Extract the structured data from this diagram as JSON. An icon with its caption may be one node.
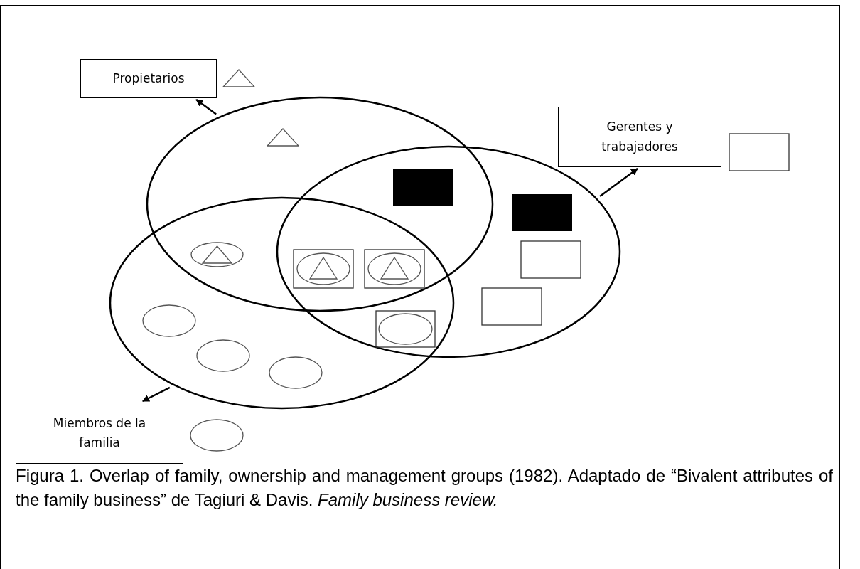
{
  "diagram": {
    "caption": "Figura 1. Overlap of family, ownership and management groups (1982). Adaptado de “Bivalent attributes of the family business” de Tagiuri & Davis. *Family business review.*",
    "nodes": [
      {
        "text": [
          "Propietarios"
        ]
      },
      {
        "text": [
          "Gerentes y trabajadores"
        ]
      },
      {
        "text": [
          "Miembros de la familia"
        ]
      },
      {
        "text": [],
        "shape": "ellipse"
      },
      {
        "text": [],
        "shape": "ellipse"
      },
      {
        "text": [],
        "shape": "ellipse"
      }
    ],
    "edges": [
      {
        "from": 3,
        "to": 0,
        "arrow": "to"
      },
      {
        "from": 4,
        "to": 1,
        "arrow": "to"
      },
      {
        "from": 5,
        "to": 2,
        "arrow": "to"
      }
    ]
  }
}
